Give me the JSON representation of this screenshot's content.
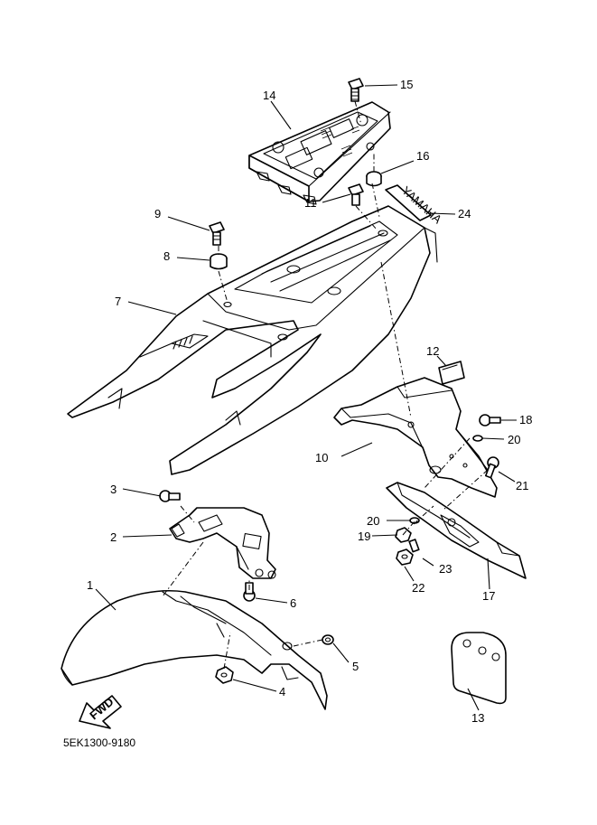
{
  "diagram": {
    "code": "5EK1300-9180",
    "fwd_label": "FWD",
    "decal_text": "YAMAHA",
    "callouts": [
      "1",
      "2",
      "3",
      "4",
      "5",
      "6",
      "7",
      "8",
      "9",
      "10",
      "11",
      "12",
      "13",
      "14",
      "15",
      "16",
      "17",
      "18",
      "19",
      "20",
      "20",
      "21",
      "22",
      "23",
      "24"
    ]
  }
}
